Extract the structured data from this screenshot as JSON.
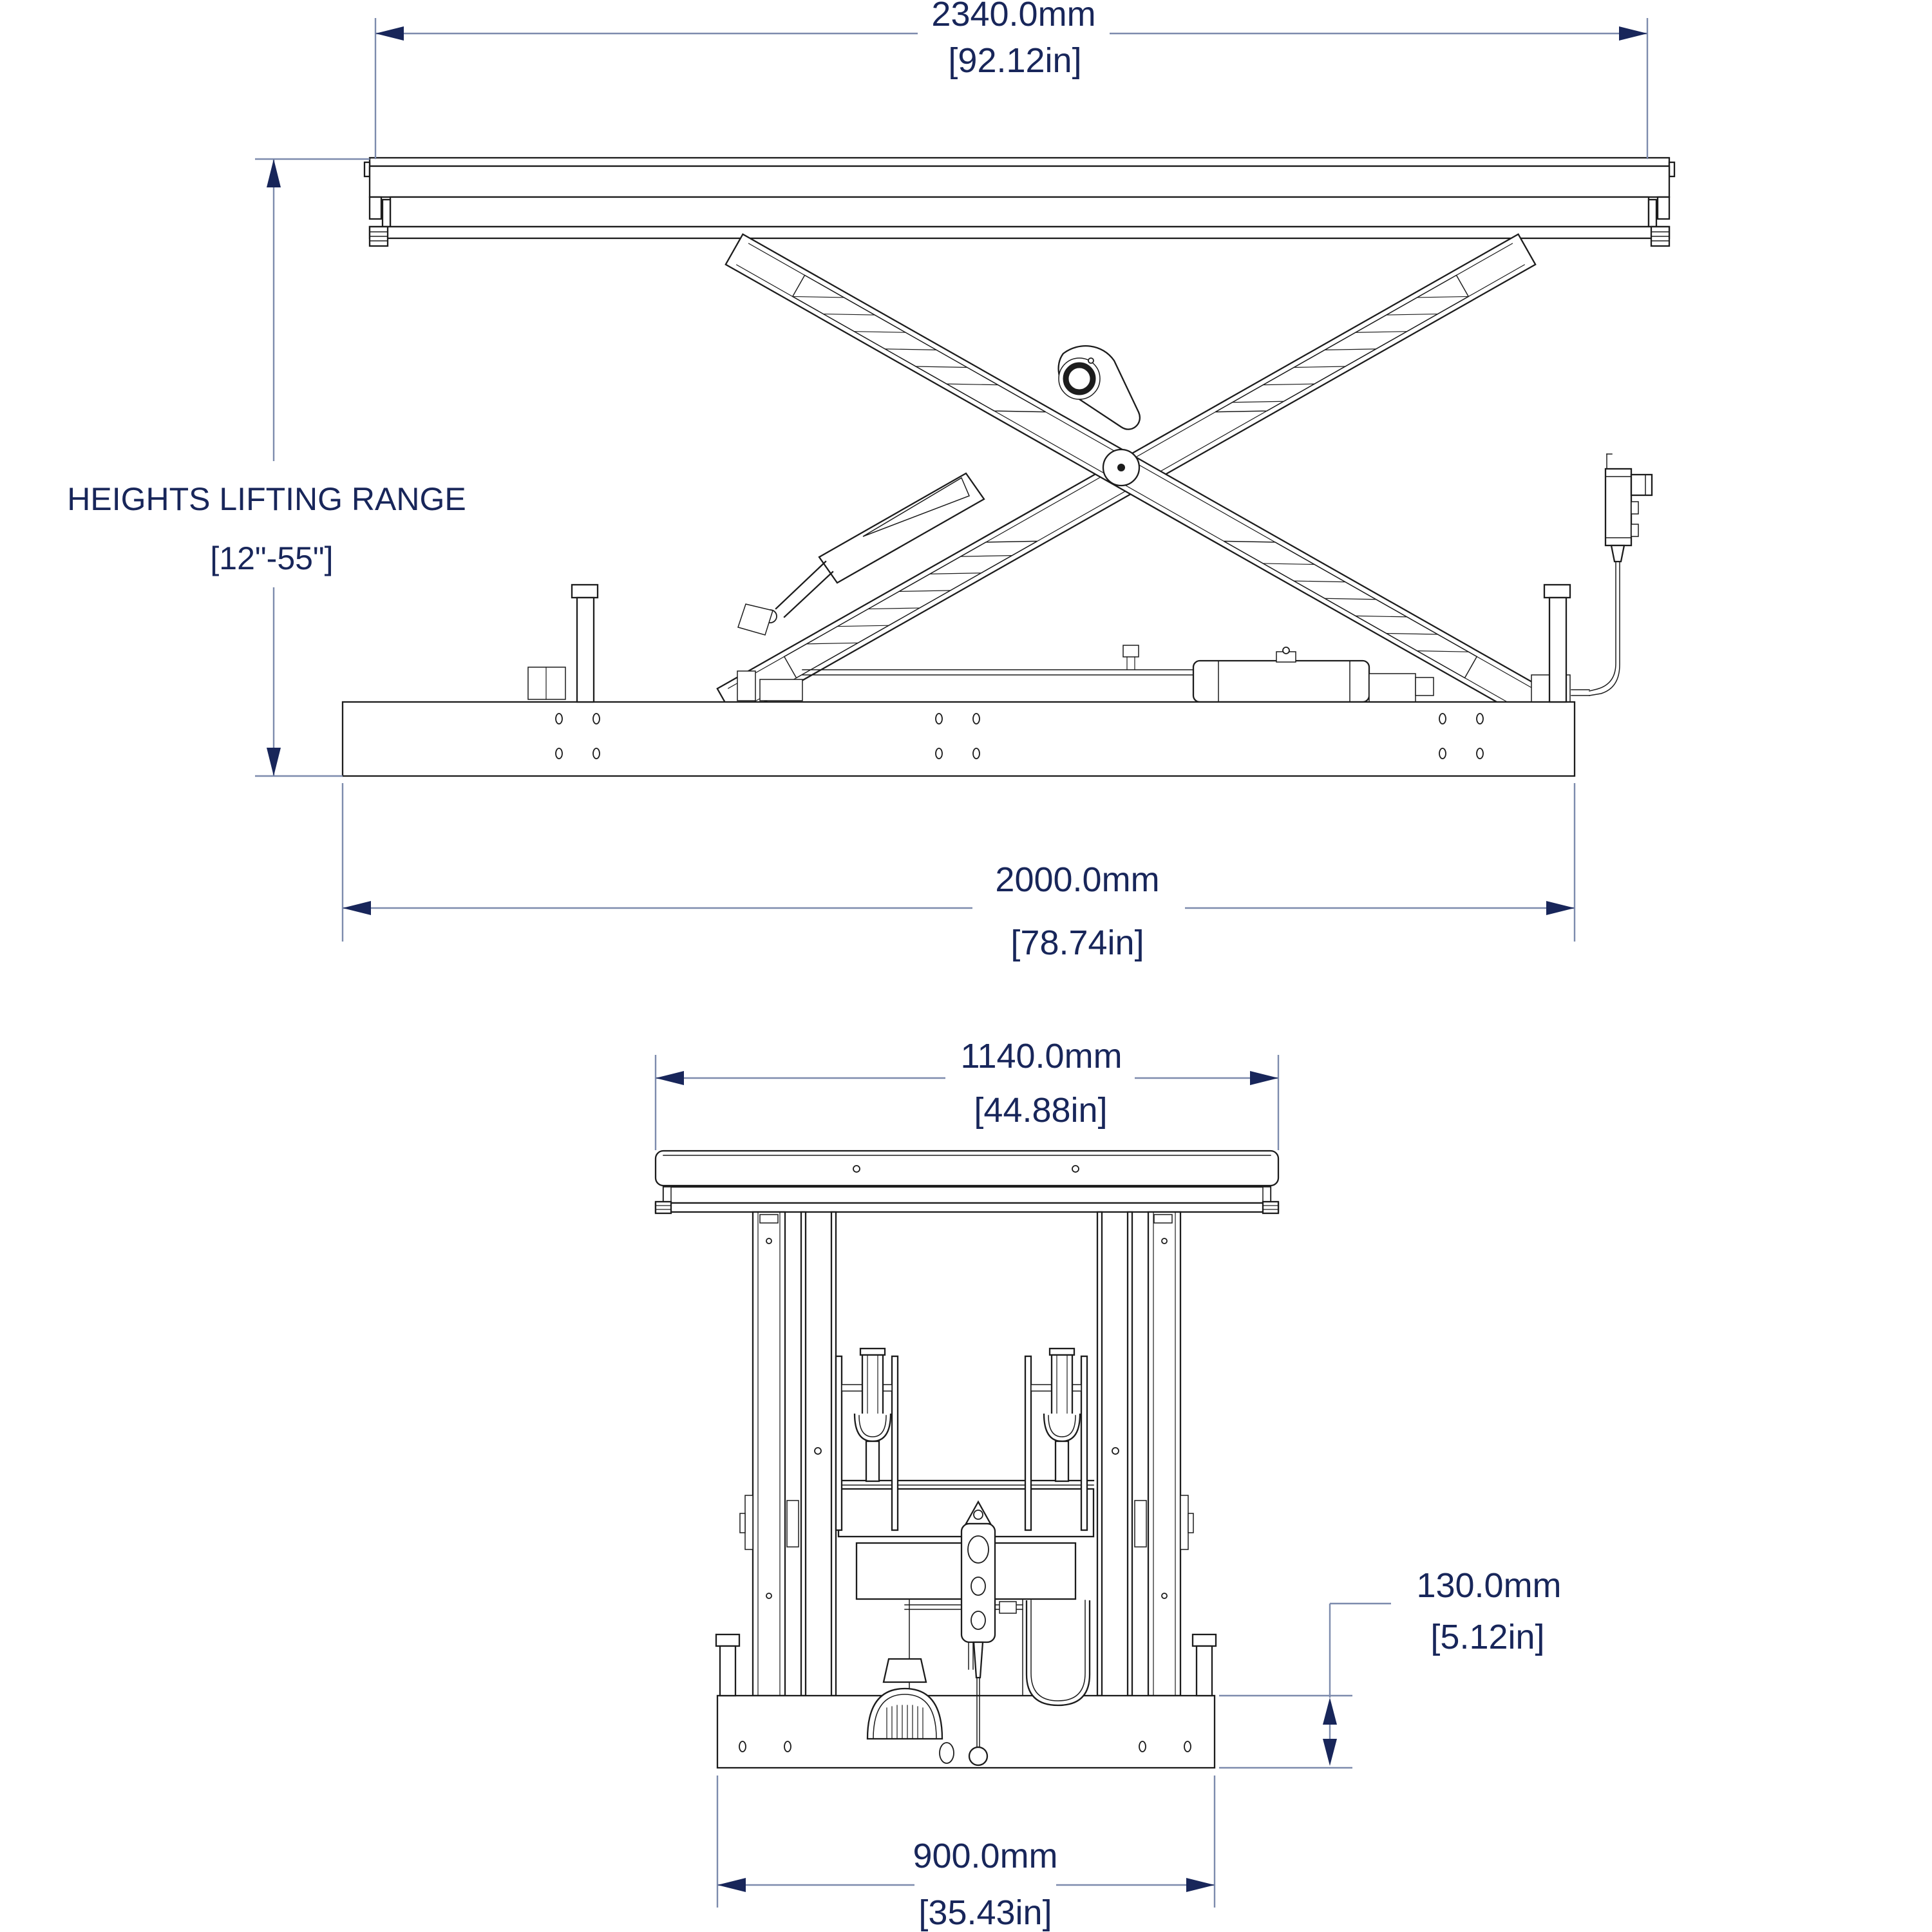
{
  "drawing": {
    "type": "scissor-lift-table-engineering-drawing",
    "views": {
      "top": "side elevation",
      "bottom": "front elevation"
    }
  },
  "colors": {
    "line": "#1c1c1c",
    "dim_line": "#7d8bad",
    "dim_text": "#18265a"
  },
  "side_view": {
    "top_width": {
      "mm": "2340.0mm",
      "inch": "[92.12in]"
    },
    "lifting_range": {
      "label": "HEIGHTS LIFTING RANGE",
      "range": "[12\"-55\"]"
    },
    "base_width": {
      "mm": "2000.0mm",
      "inch": "[78.74in]"
    }
  },
  "front_view": {
    "platform_width": {
      "mm": "1140.0mm",
      "inch": "[44.88in]"
    },
    "base_height": {
      "mm": "130.0mm",
      "inch": "[5.12in]"
    },
    "base_width": {
      "mm": "900.0mm",
      "inch": "[35.43in]"
    }
  }
}
